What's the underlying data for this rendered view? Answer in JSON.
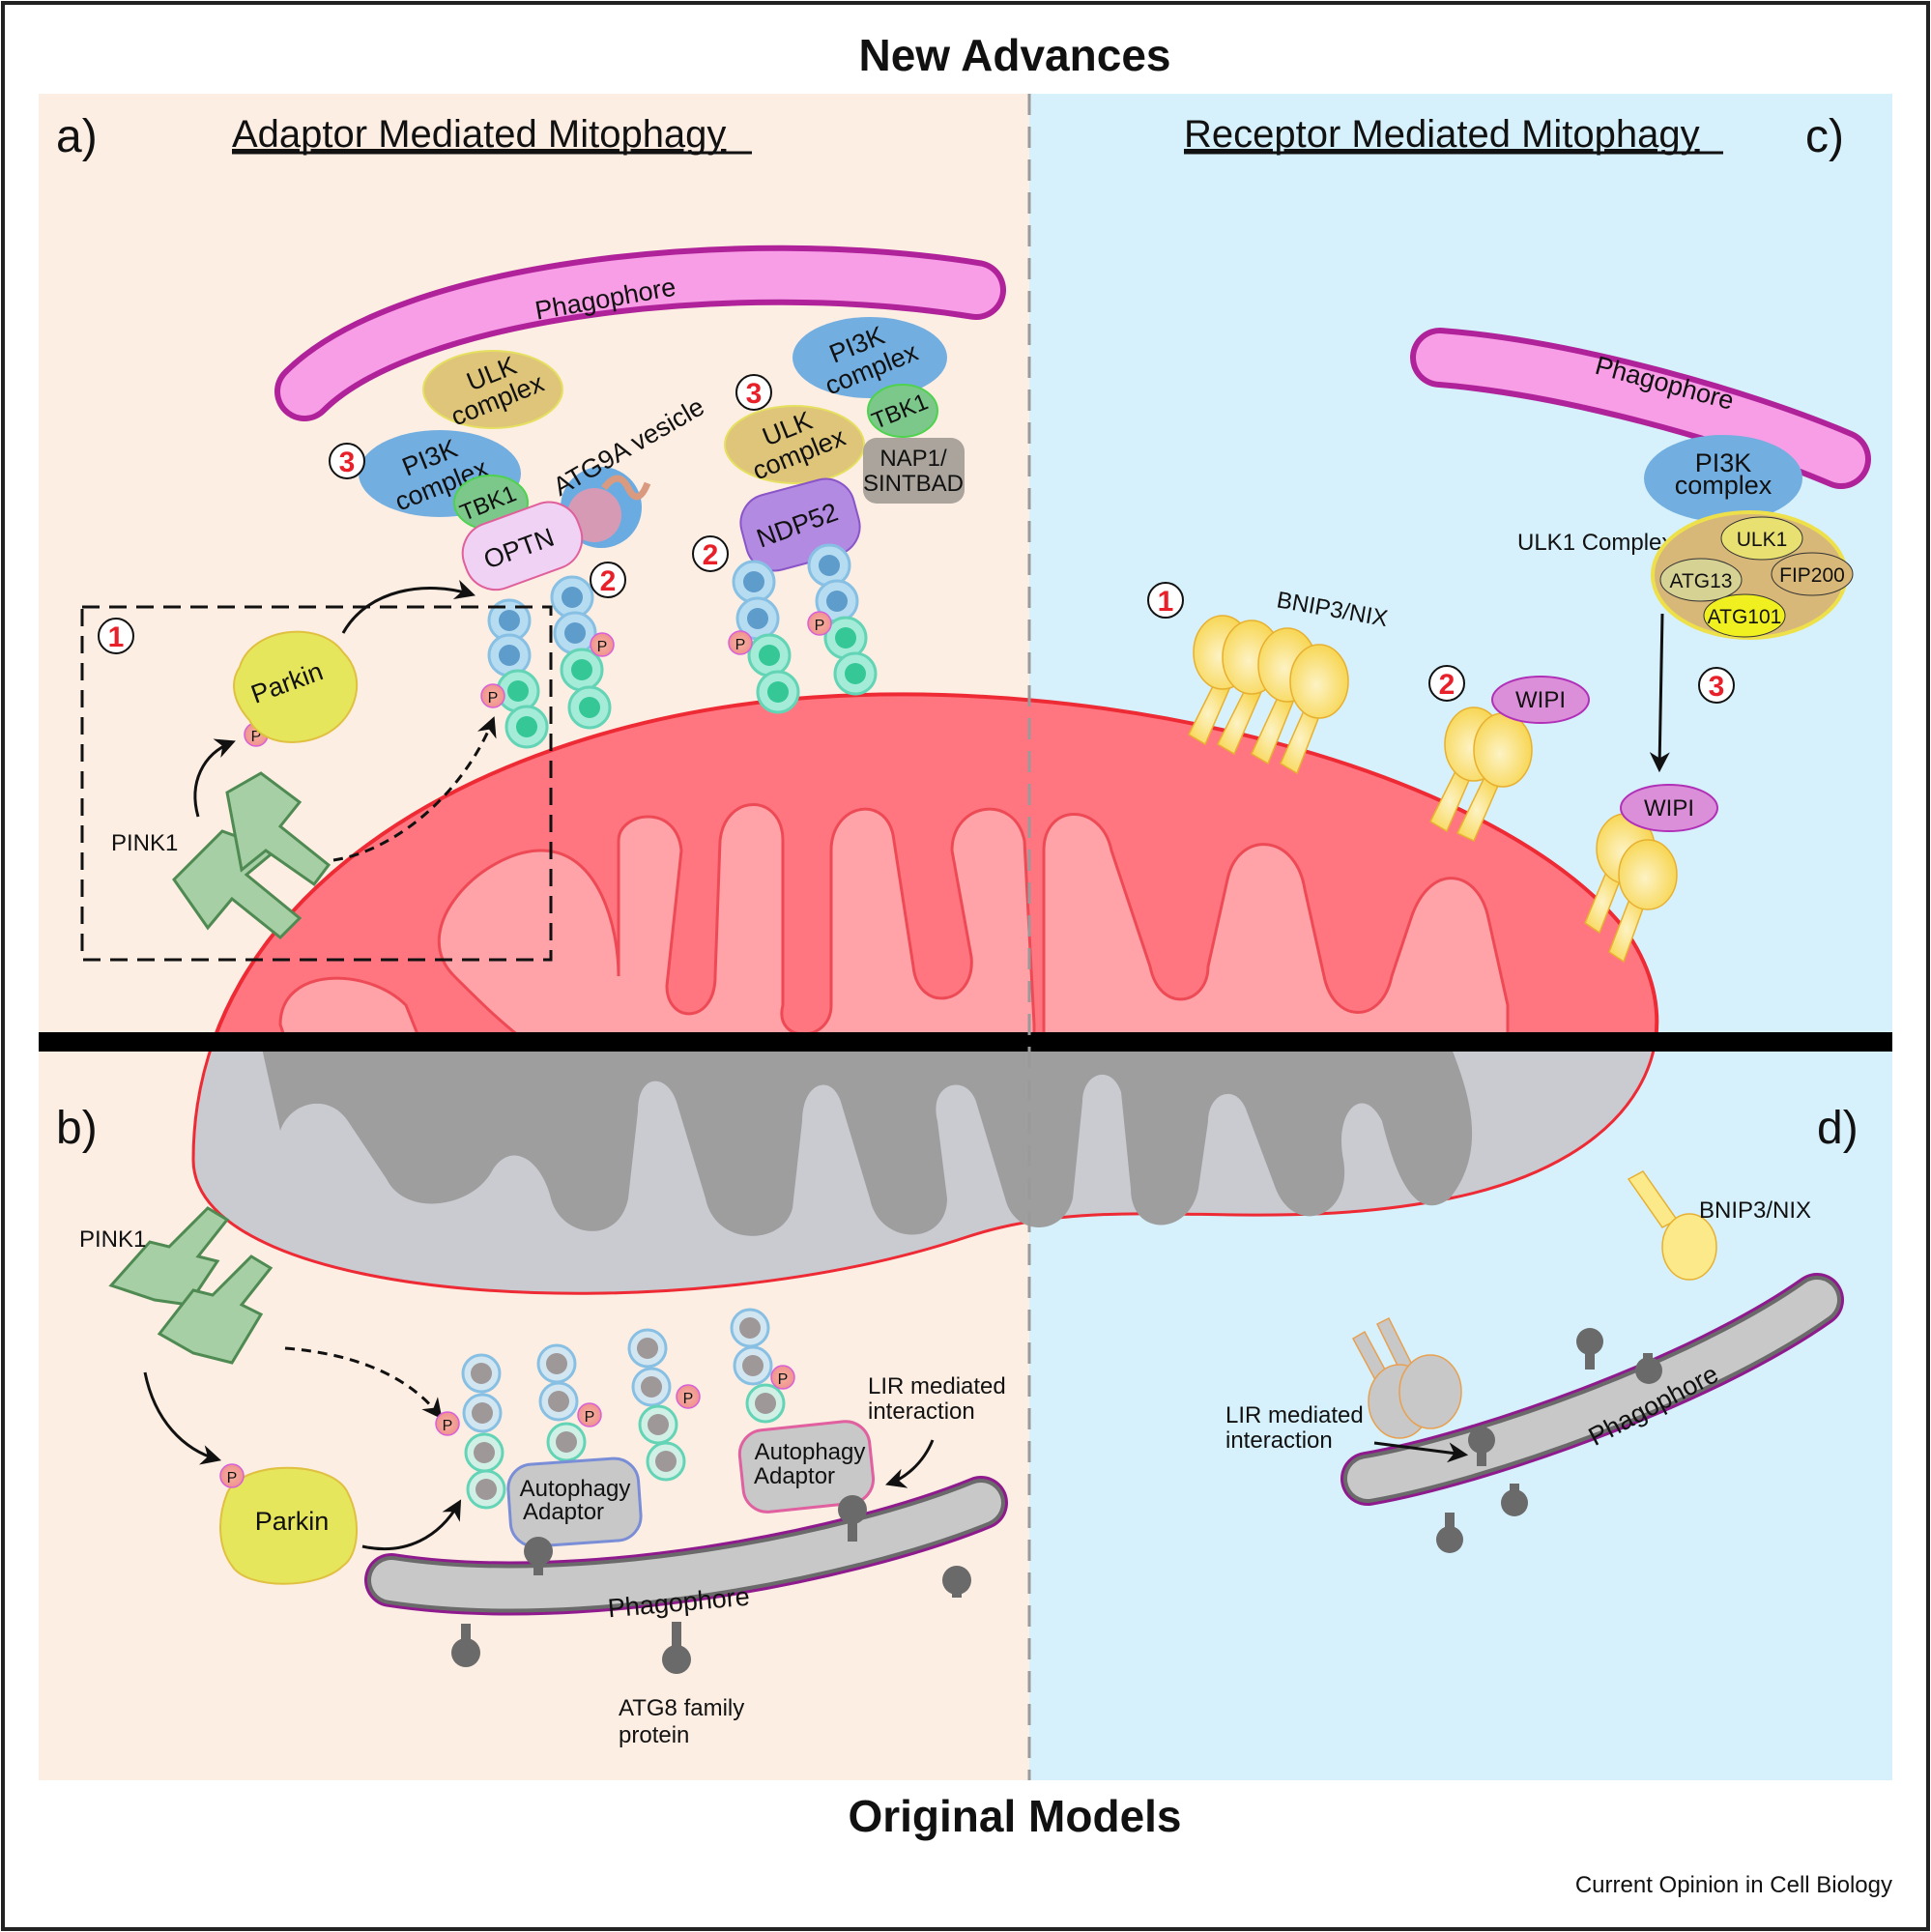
{
  "figure": {
    "title_top": "New Advances",
    "title_bottom": "Original Models",
    "credit": "Current Opinion in Cell Biology"
  },
  "colors": {
    "panel_left_bg": "#fdeee3",
    "panel_right_bg": "#d6f1fb",
    "mito_active_fill": "#ff7680",
    "mito_active_inner": "#ffa3a9",
    "mito_old_fill": "#c9cbd0",
    "mito_old_inner": "#9e9e9e",
    "phagophore_new": "#f79ee6",
    "phagophore_new_border": "#b0229a",
    "phagophore_old": "#c8c8c8",
    "phagophore_old_border": "#8e1a8e",
    "step_number": "#e8202a",
    "pink1": "#a7cfa6",
    "parkin": "#e6e65c",
    "receptor": "#f7d44c",
    "wipi": "#dc8fd9"
  },
  "panels": {
    "a": {
      "letter": "a)",
      "title": "Adaptor Mediated Mitophagy",
      "phagophore": "Phagophore",
      "ulk_complex_1": [
        "ULK",
        "complex"
      ],
      "pi3k_complex_1": [
        "PI3K",
        "complex"
      ],
      "tbk1_1": "TBK1",
      "optn": "OPTN",
      "atg9a": "ATG9A vesicle",
      "pi3k_complex_2": [
        "PI3K",
        "complex"
      ],
      "tbk1_2": "TBK1",
      "ulk_complex_2": [
        "ULK",
        "complex"
      ],
      "nap1": [
        "NAP1/",
        "SINTBAD"
      ],
      "ndp52": "NDP52",
      "parkin": "Parkin",
      "pink1": "PINK1",
      "phospho": "P",
      "steps": [
        "1",
        "2",
        "2",
        "3",
        "3"
      ]
    },
    "b": {
      "letter": "b)",
      "pink1": "PINK1",
      "parkin": "Parkin",
      "phospho": "P",
      "adaptor_1": [
        "Autophagy",
        "Adaptor"
      ],
      "adaptor_2": [
        "Autophagy",
        "Adaptor"
      ],
      "lir": [
        "LIR mediated",
        "interaction"
      ],
      "phagophore": "Phagophore",
      "atg8": [
        "ATG8 family",
        "protein"
      ]
    },
    "c": {
      "letter": "c)",
      "title": "Receptor Mediated Mitophagy",
      "phagophore": "Phagophore",
      "pi3k_complex": [
        "PI3K",
        "complex"
      ],
      "ulk1_complex_label": "ULK1 Complex",
      "ulk1": "ULK1",
      "atg13": "ATG13",
      "fip200": "FIP200",
      "atg101": "ATG101",
      "bnip3": "BNIP3/NIX",
      "wipi_1": "WIPI",
      "wipi_2": "WIPI",
      "steps": [
        "1",
        "2",
        "3"
      ]
    },
    "d": {
      "letter": "d)",
      "bnip3": "BNIP3/NIX",
      "lir": [
        "LIR mediated",
        "interaction"
      ],
      "phagophore": "Phagophore"
    }
  }
}
